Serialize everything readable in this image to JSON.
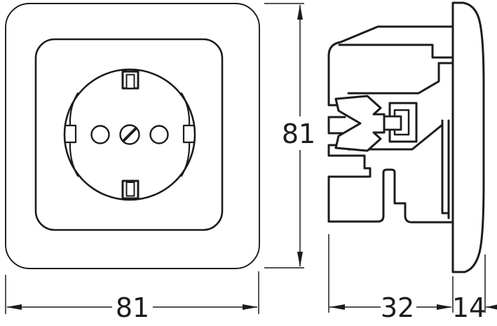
{
  "drawing": {
    "kind": "technical-dimension-drawing",
    "subject": "schuko-socket-outlet-with-cover-frame",
    "views": {
      "front_view": "front elevation of socket with cover frame",
      "side_view": "side cross-section of socket insert and cover plate"
    },
    "line_color": "#1c1c1c",
    "background_color": "#ffffff",
    "dimensions": {
      "front_width": "81",
      "front_height": "81",
      "insert_depth": "32",
      "plate_depth": "14"
    }
  }
}
